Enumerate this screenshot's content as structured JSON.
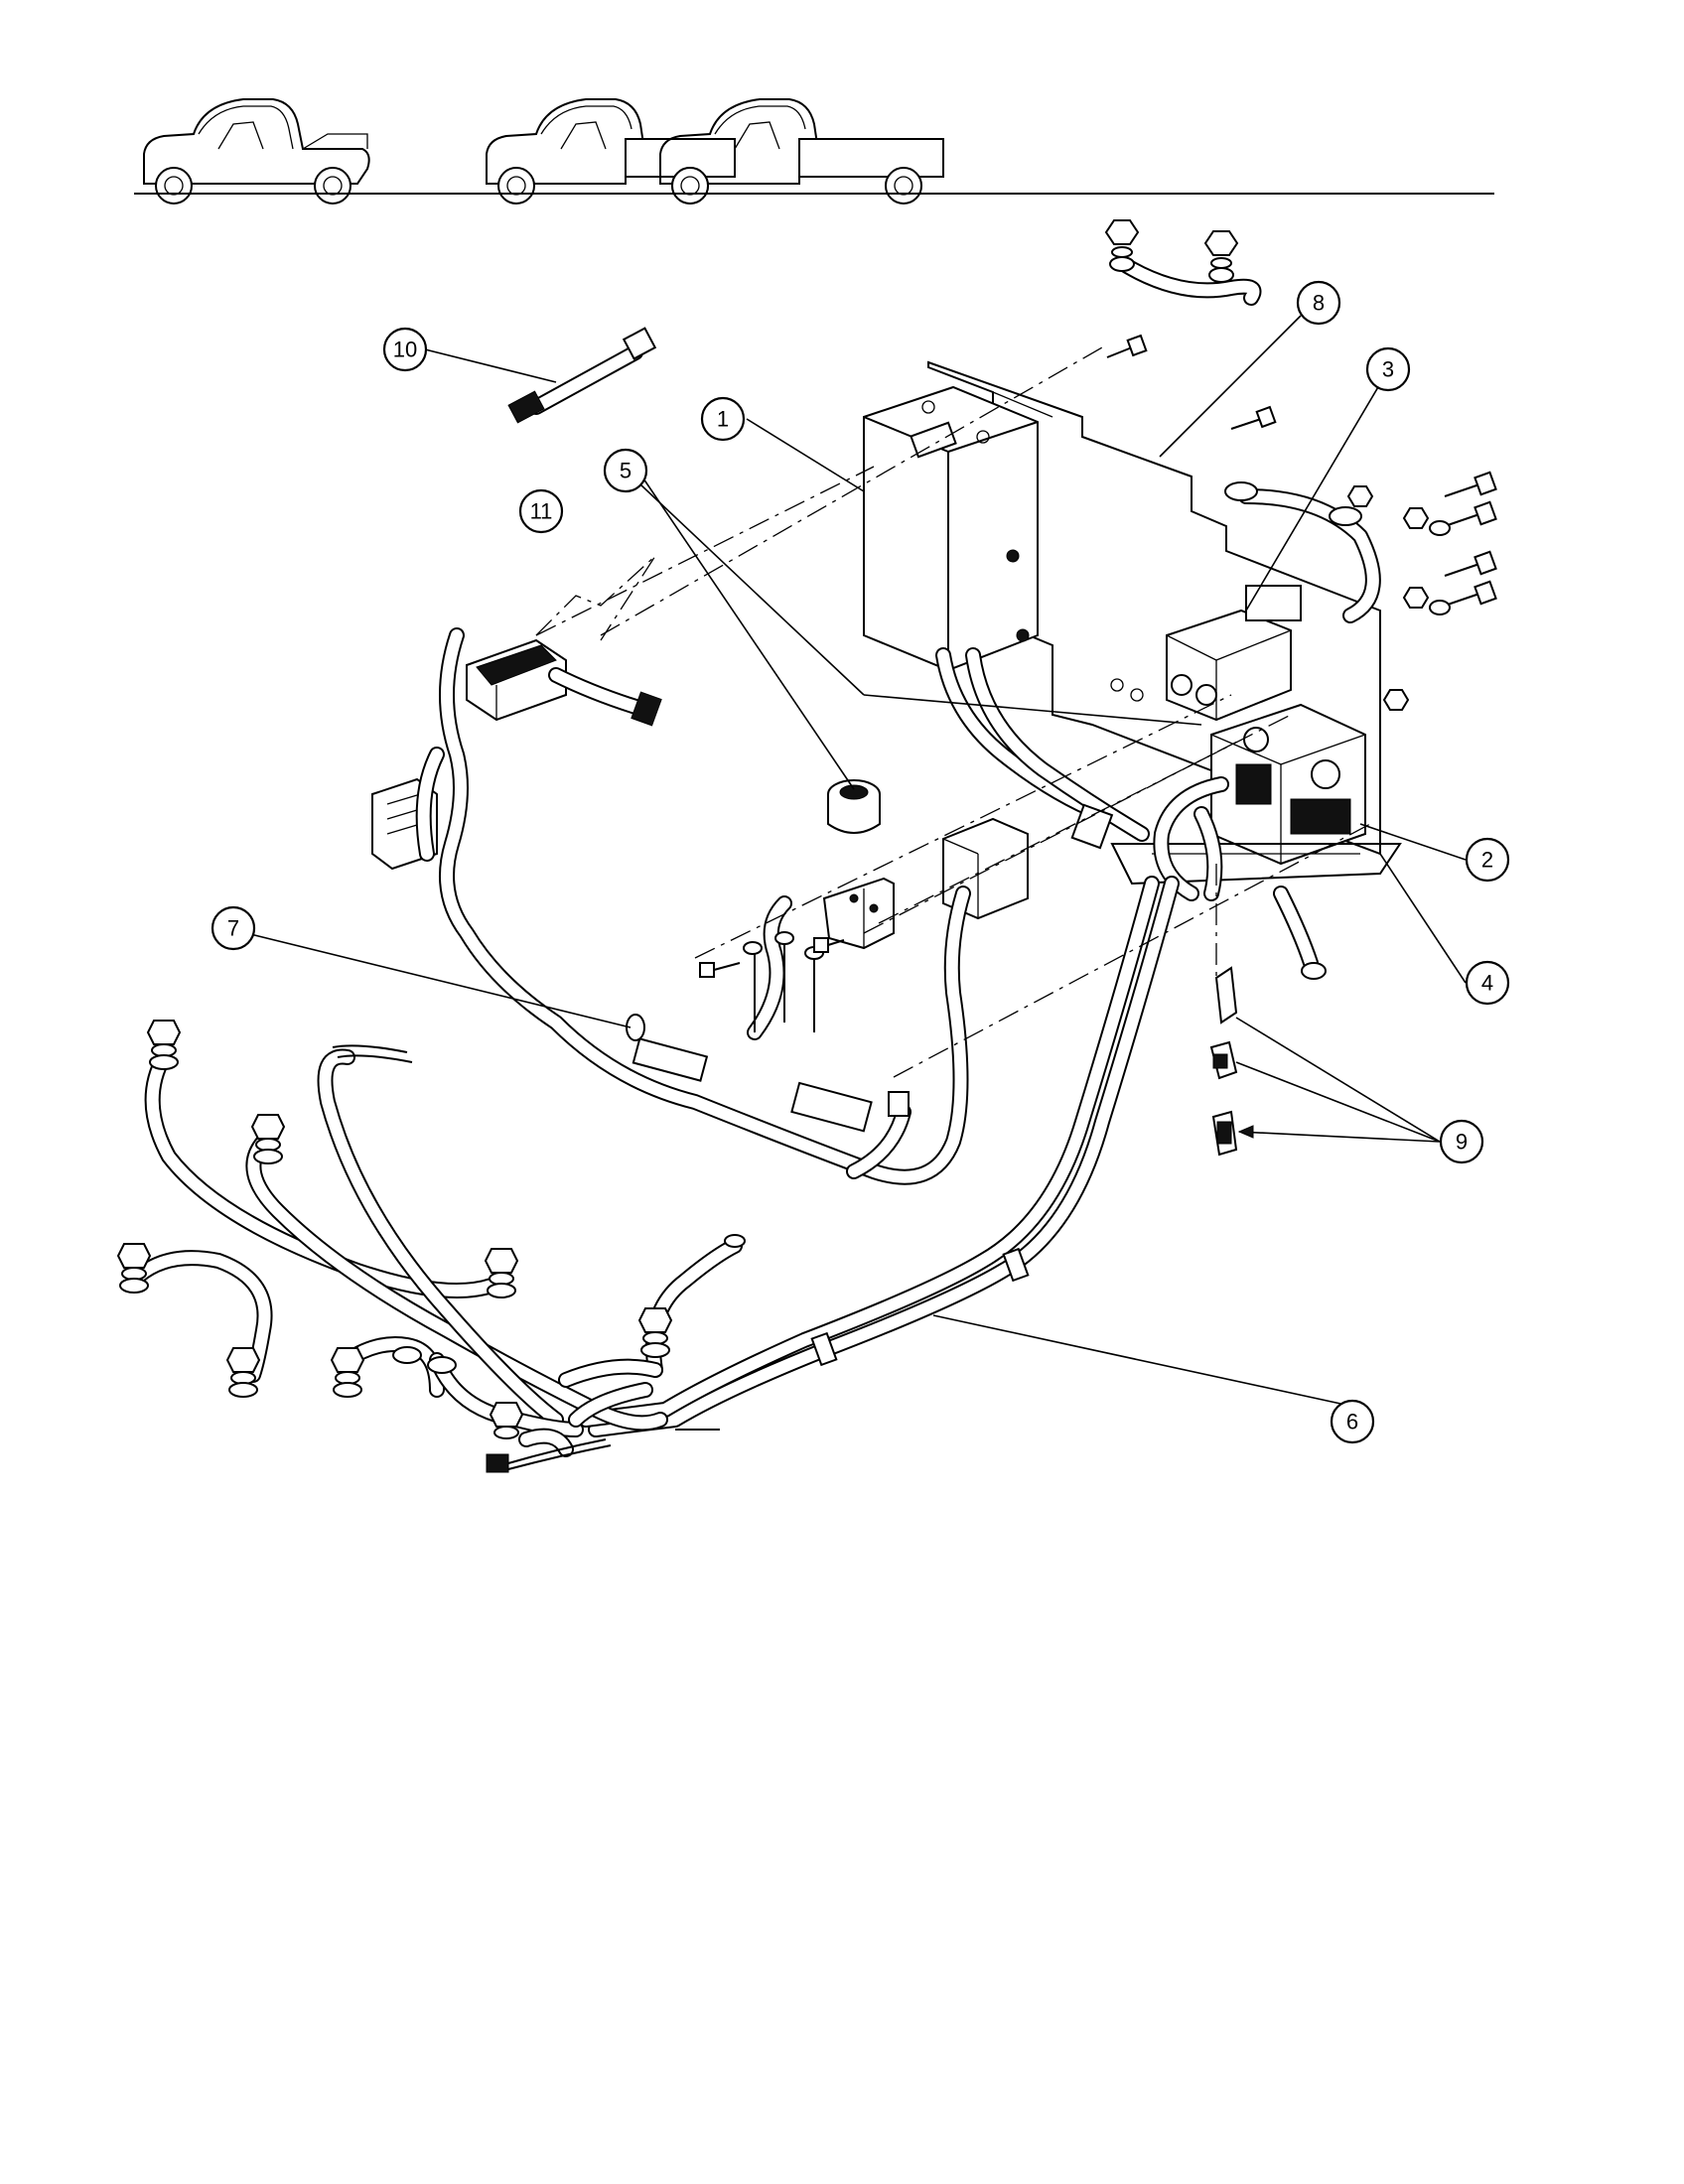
{
  "callouts": [
    {
      "id": "1",
      "label": "1"
    },
    {
      "id": "2",
      "label": "2"
    },
    {
      "id": "3",
      "label": "3"
    },
    {
      "id": "4",
      "label": "4"
    },
    {
      "id": "5",
      "label": "5"
    },
    {
      "id": "6",
      "label": "6"
    },
    {
      "id": "7",
      "label": "7"
    },
    {
      "id": "8",
      "label": "8"
    },
    {
      "id": "9",
      "label": "9"
    },
    {
      "id": "10",
      "label": "10"
    },
    {
      "id": "11",
      "label": "11"
    }
  ],
  "icons": {
    "vehicle_1": "two-seat-vehicle-icon",
    "vehicle_2": "short-bed-utility-vehicle-icon",
    "vehicle_3": "long-bed-utility-vehicle-icon"
  },
  "colors": {
    "ink": "#000000",
    "paper": "#ffffff"
  }
}
